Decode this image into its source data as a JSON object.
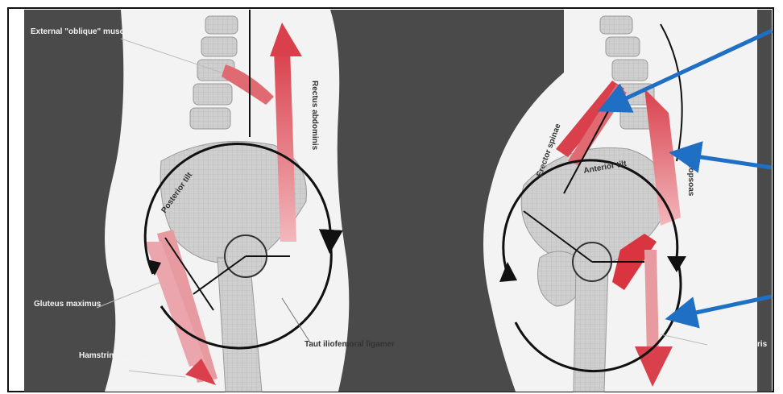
{
  "colors": {
    "background_dark": "#4a4a4a",
    "body_light": "#f3f3f3",
    "bone": "#c9c9c9",
    "muscle": "#e06a72",
    "muscle_dark": "#d1343f",
    "arrow_blue": "#1f6fc4",
    "frame": "#111111"
  },
  "left_panel": {
    "external_oblique": "External \"oblique\" muscle",
    "rectus_abdominis": "Rectus abdominis",
    "posterior_tilt": "Posterior tilt",
    "gluteus_maximus": "Gluteus maximus",
    "hamstring_muscle": "Hamstring muscle",
    "iliofemoral_ligament": "Taut iliofemoral ligament"
  },
  "right_panel": {
    "erector_spinae": "Erector spinae",
    "anterior_tilt": "Anterior tilt",
    "iliopsoas": "Iliopsoas",
    "rectus_femoris": "Rectus femoris"
  },
  "annotations": {
    "pointer_arrows": [
      "arrow-to-erector-spinae",
      "arrow-to-iliopsoas",
      "arrow-to-rectus-femoris"
    ]
  }
}
